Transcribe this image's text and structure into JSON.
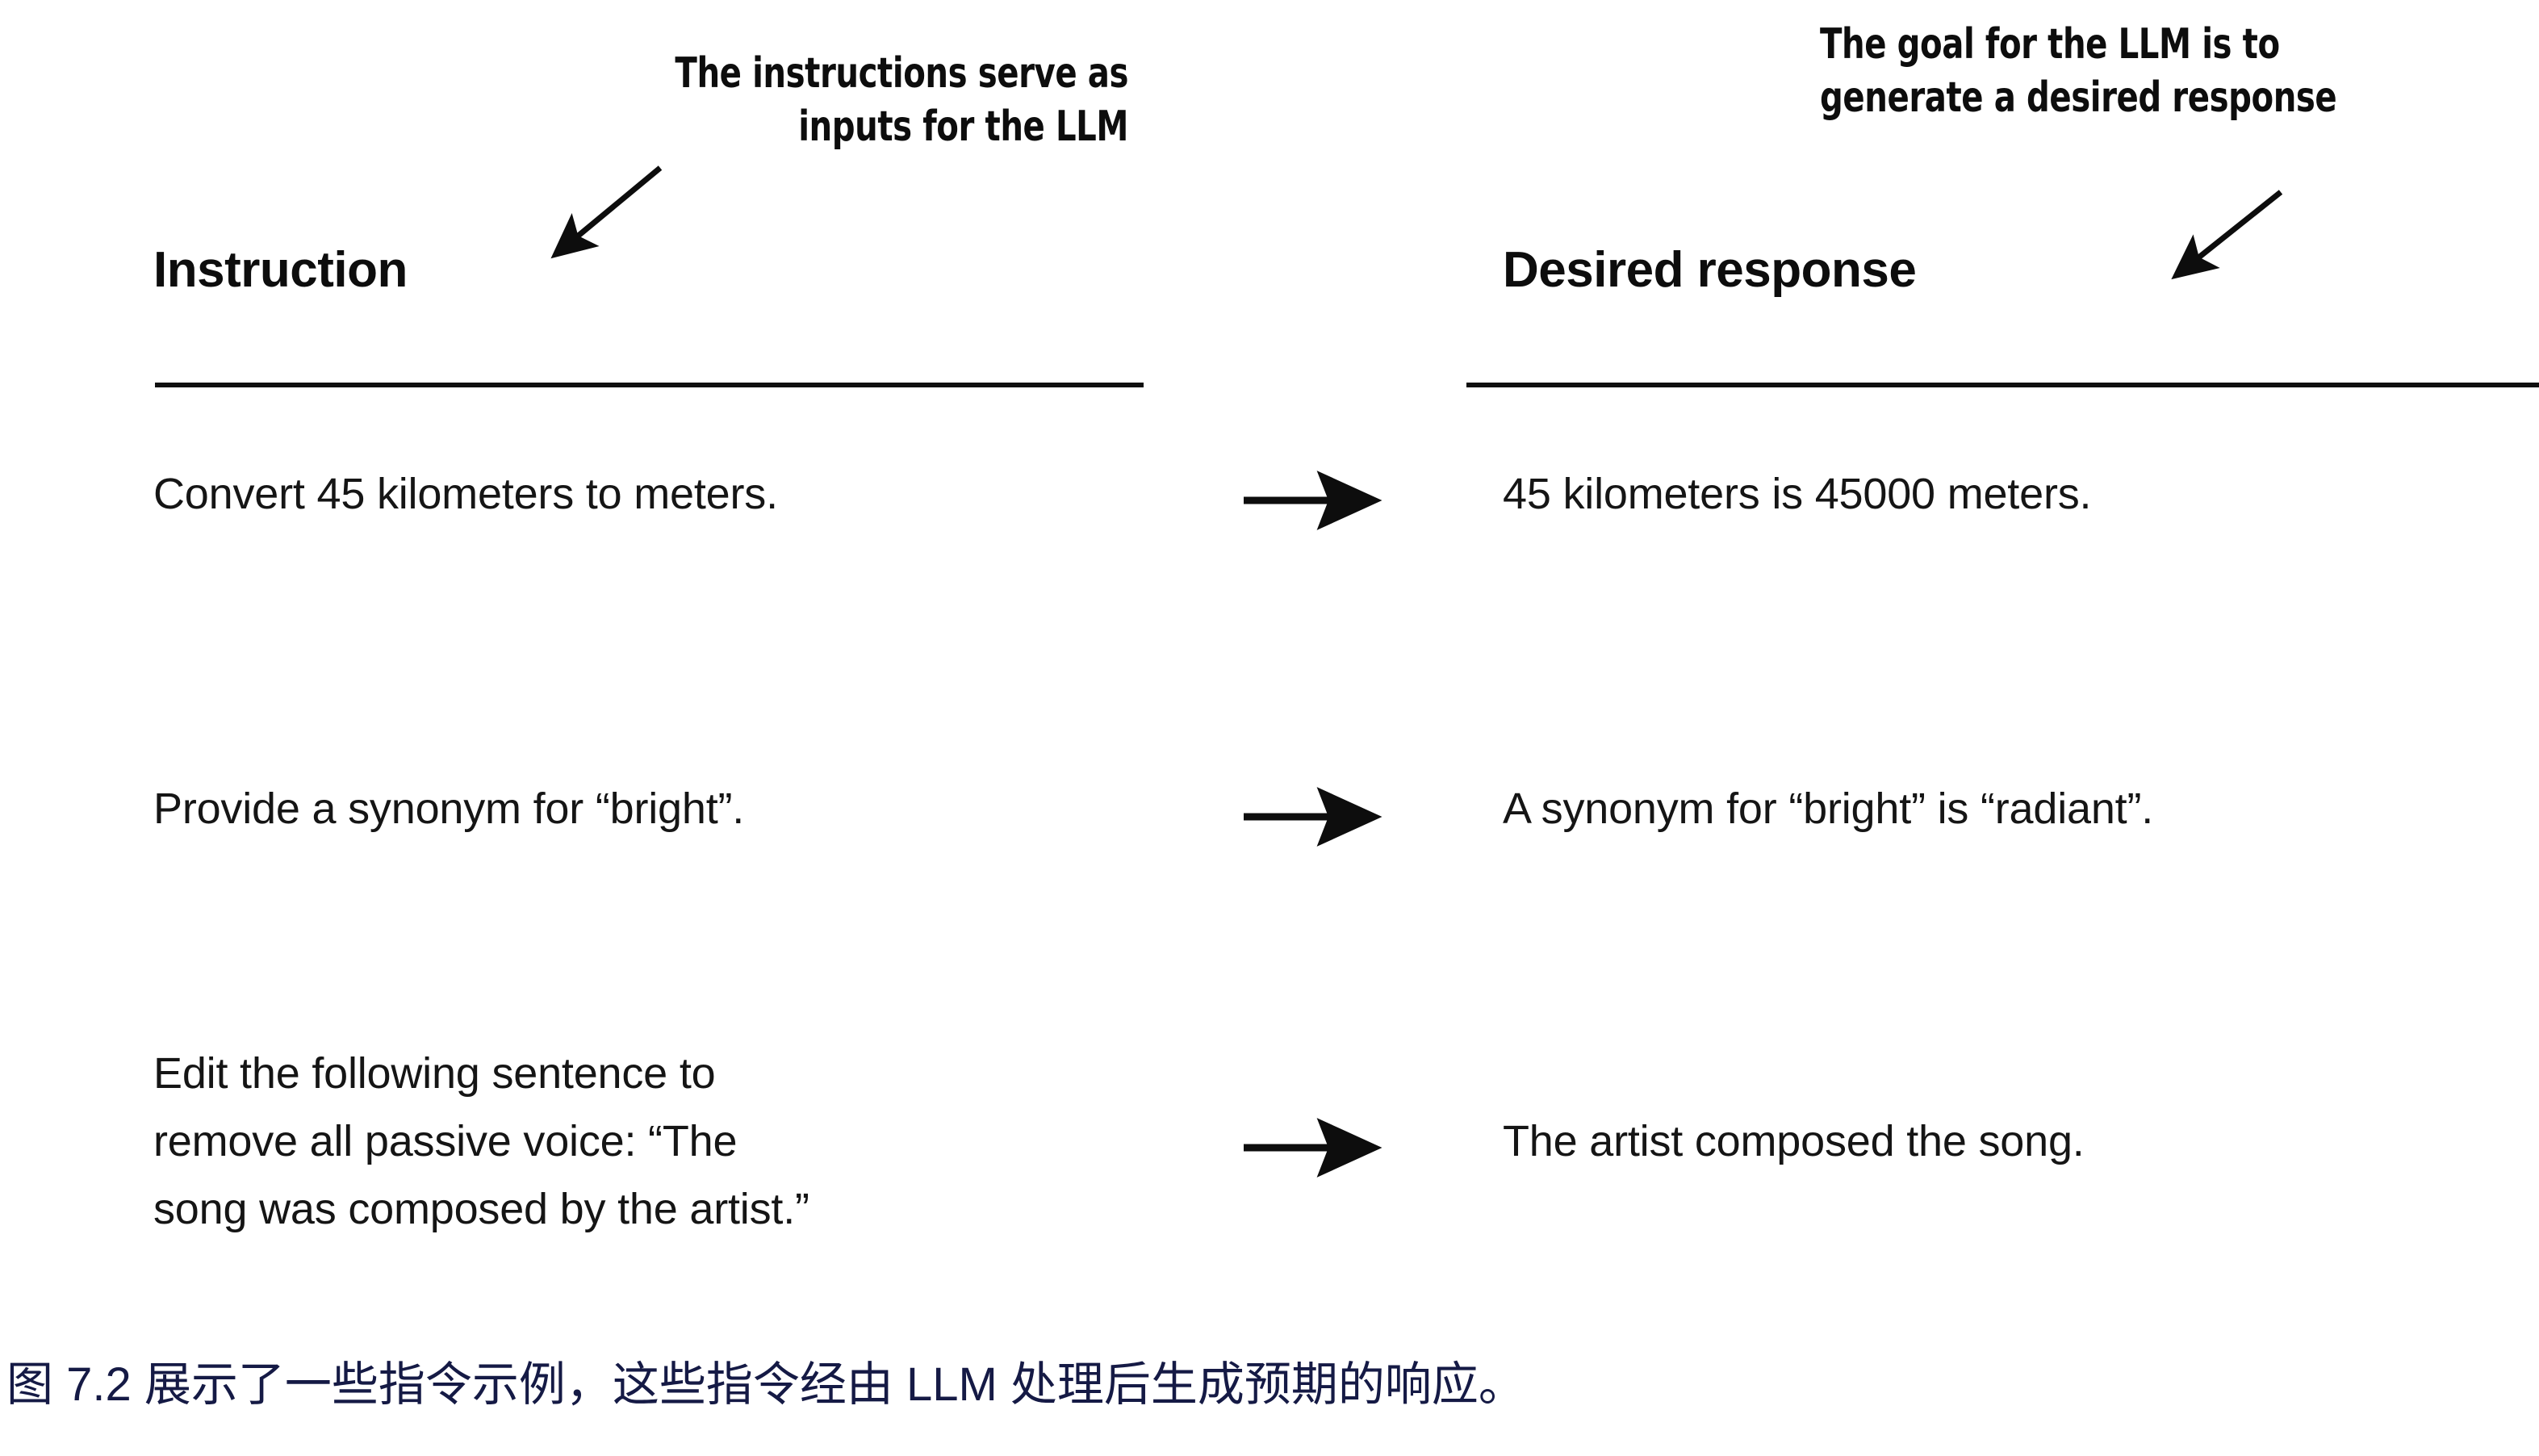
{
  "figure": {
    "background_color": "#ffffff",
    "ink_color": "#0d0d0d",
    "caption_color": "#151a45"
  },
  "annotations": {
    "left": {
      "name": "instruction-callout",
      "line1": "The instructions serve as",
      "line2": "inputs for the LLM"
    },
    "right": {
      "name": "response-callout",
      "line1": "The goal for the LLM is to",
      "line2": "generate a desired response"
    }
  },
  "table": {
    "headers": {
      "instruction": "Instruction",
      "response": "Desired response"
    },
    "rows": [
      {
        "instruction": "Convert 45 kilometers to meters.",
        "arrow": "right-arrow",
        "response": "45 kilometers is 45000 meters."
      },
      {
        "instruction": "Provide a synonym for “bright”.",
        "arrow": "right-arrow",
        "response": "A synonym for “bright” is “radiant”."
      },
      {
        "instruction": "Edit the following sentence to\nremove all passive voice: “The\nsong was composed by the artist.”",
        "arrow": "right-arrow",
        "response": "The artist composed the song."
      }
    ]
  },
  "caption": {
    "text": "图 7.2 展示了一些指令示例，这些指令经由 LLM 处理后生成预期的响应。",
    "figure_number": "7.2"
  }
}
